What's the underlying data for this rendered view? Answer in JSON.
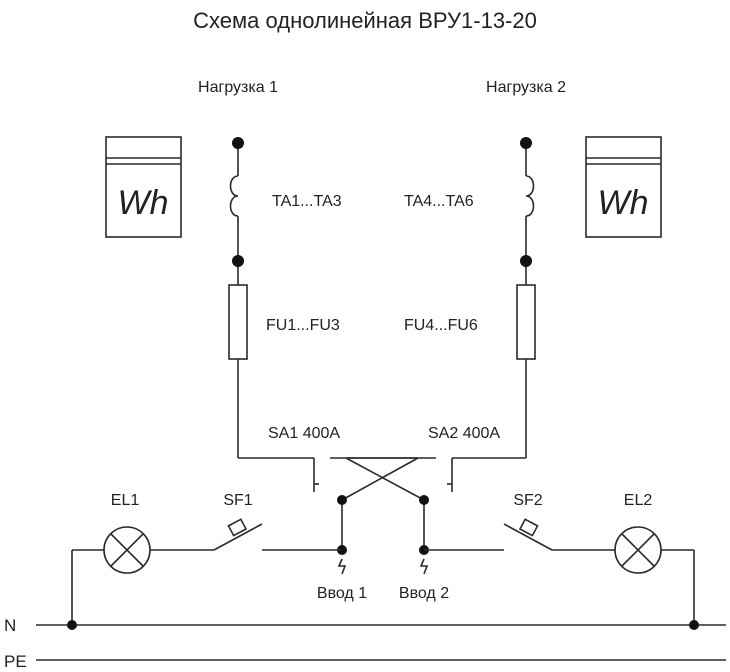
{
  "title": "Схема однолинейная ВРУ1-13-20",
  "labels": {
    "load1": "Нагрузка 1",
    "load2": "Нагрузка 2",
    "ct_left": "TA1...TA3",
    "ct_right": "TA4...TA6",
    "fuse_left": "FU1...FU3",
    "fuse_right": "FU4...FU6",
    "switch_left": "SA1 400A",
    "switch_right": "SA2 400A",
    "lamp_left": "EL1",
    "lamp_right": "EL2",
    "breaker_left": "SF1",
    "breaker_right": "SF2",
    "input1": "Ввод 1",
    "input2": "Ввод 2",
    "neutral": "N",
    "pe": "PE"
  },
  "meters": {
    "left": "Wh",
    "right": "Wh"
  }
}
